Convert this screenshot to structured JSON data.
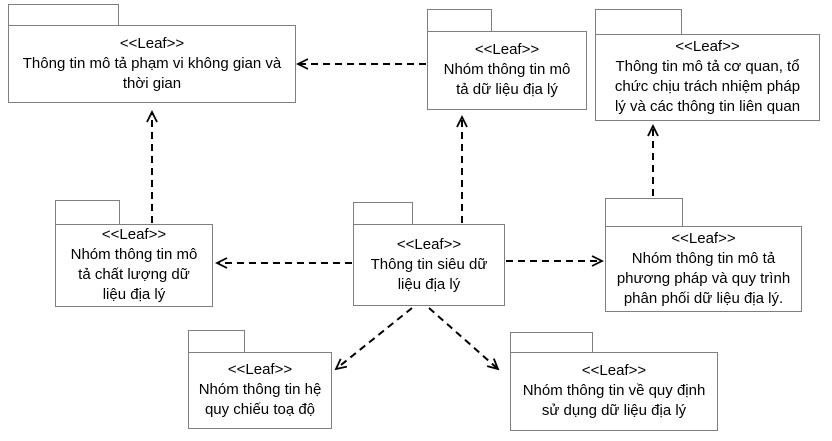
{
  "diagram": {
    "type": "uml-package-diagram",
    "stereotype_label": "<<Leaf>>",
    "nodes": [
      {
        "id": "spatial-temporal-extent-info",
        "stereotype": "<<Leaf>>",
        "label": "Thông tin mô tả phạm vi không gian và thời gian",
        "label_lines": [
          "Thông tin mô tả phạm vi không gian và",
          "thời gian"
        ]
      },
      {
        "id": "geo-data-description-group",
        "stereotype": "<<Leaf>>",
        "label": "Nhóm thông tin mô tả dữ liệu địa lý",
        "label_lines": [
          "Nhóm thông tin mô",
          "tả dữ liệu địa lý"
        ]
      },
      {
        "id": "responsible-organization-info",
        "stereotype": "<<Leaf>>",
        "label": "Thông tin mô tả cơ quan, tổ chức chịu trách nhiệm pháp lý và các thông tin liên quan",
        "label_lines": [
          "Thông tin mô tả cơ quan, tổ",
          "chức chịu trách nhiệm pháp",
          "lý và các thông tin liên quan"
        ]
      },
      {
        "id": "data-quality-group",
        "stereotype": "<<Leaf>>",
        "label": "Nhóm thông tin mô tả chất lượng dữ liệu địa lý",
        "label_lines": [
          "Nhóm thông tin mô",
          "tả chất lượng dữ",
          "liệu địa lý"
        ]
      },
      {
        "id": "geo-metadata",
        "stereotype": "<<Leaf>>",
        "label": "Thông tin siêu dữ liệu địa lý",
        "label_lines": [
          "Thông tin siêu dữ",
          "liệu địa lý"
        ]
      },
      {
        "id": "distribution-method-group",
        "stereotype": "<<Leaf>>",
        "label": "Nhóm thông tin mô tả phương pháp và quy trình phân phối dữ liệu địa lý.",
        "label_lines": [
          "Nhóm thông tin mô tả",
          "phương pháp và quy trình",
          "phân phối dữ liệu địa lý."
        ]
      },
      {
        "id": "coordinate-reference-system-group",
        "stereotype": "<<Leaf>>",
        "label": "Nhóm thông tin hệ quy chiếu toạ độ",
        "label_lines": [
          "Nhóm thông tin hệ",
          "quy chiếu toạ độ"
        ]
      },
      {
        "id": "usage-regulation-group",
        "stereotype": "<<Leaf>>",
        "label": "Nhóm thông tin về quy định sử dụng dữ liệu địa lý",
        "label_lines": [
          "Nhóm thông tin về quy định",
          "sử dụng dữ liệu địa lý"
        ]
      }
    ],
    "edges": [
      {
        "from": "geo-data-description-group",
        "to": "spatial-temporal-extent-info",
        "style": "dashed",
        "arrowhead": "open"
      },
      {
        "from": "data-quality-group",
        "to": "spatial-temporal-extent-info",
        "style": "dashed",
        "arrowhead": "open"
      },
      {
        "from": "geo-metadata",
        "to": "geo-data-description-group",
        "style": "dashed",
        "arrowhead": "open"
      },
      {
        "from": "geo-metadata",
        "to": "data-quality-group",
        "style": "dashed",
        "arrowhead": "open"
      },
      {
        "from": "geo-metadata",
        "to": "distribution-method-group",
        "style": "dashed",
        "arrowhead": "open"
      },
      {
        "from": "distribution-method-group",
        "to": "responsible-organization-info",
        "style": "dashed",
        "arrowhead": "open"
      },
      {
        "from": "geo-metadata",
        "to": "coordinate-reference-system-group",
        "style": "dashed",
        "arrowhead": "open"
      },
      {
        "from": "geo-metadata",
        "to": "usage-regulation-group",
        "style": "dashed",
        "arrowhead": "open"
      }
    ],
    "colors": {
      "background": "#ffffff",
      "box_border": "#7f7f7f",
      "box_fill": "#ffffff",
      "arrow": "#000000",
      "text": "#000000"
    }
  }
}
